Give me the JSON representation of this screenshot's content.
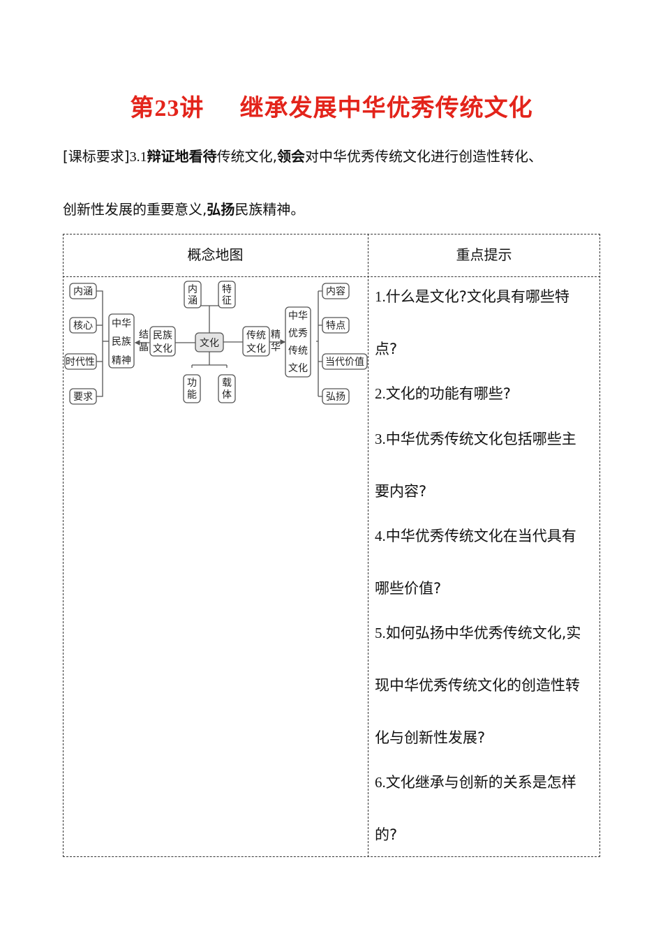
{
  "title": {
    "prefix": "第",
    "number": "23",
    "suffix": "讲",
    "name": "继承发展中华优秀传统文化"
  },
  "requirement": {
    "tag": "[课标要求]",
    "code": "3.1",
    "k1": "辩证地看待",
    "t1": "传统文化,",
    "k2": "领会",
    "t2": "对中华优秀传统文化进行创造性转化、",
    "t3": "创新性发展的重要意义,",
    "k3": "弘扬",
    "t4": "民族精神。"
  },
  "table": {
    "col1_header": "概念地图",
    "col2_header": "重点提示"
  },
  "map": {
    "center": "文化",
    "left_items": [
      "内涵",
      "核心",
      "时代性",
      "要求"
    ],
    "spirit": [
      "中华",
      "民族",
      "精神"
    ],
    "crystal": [
      "结",
      "晶"
    ],
    "national_culture": [
      "民族",
      "文化"
    ],
    "top1": [
      "内",
      "涵"
    ],
    "top2": [
      "特",
      "征"
    ],
    "bottom1": [
      "功",
      "能"
    ],
    "bottom2": [
      "载",
      "体"
    ],
    "traditional": [
      "传统",
      "文化"
    ],
    "essence": [
      "精",
      "华"
    ],
    "excellent": [
      "中华",
      "优秀",
      "传统",
      "文化"
    ],
    "right_items": [
      "内容",
      "特点",
      "当代价值",
      "弘扬"
    ]
  },
  "questions": [
    [
      "1.",
      "什么是文化?文化具有哪些特",
      "点?"
    ],
    [
      "2.",
      "文化的功能有哪些?"
    ],
    [
      "3.",
      "中华优秀传统文化包括哪些主",
      "要内容?"
    ],
    [
      "4.",
      "中华优秀传统文化在当代具有",
      "哪些价值?"
    ],
    [
      "5.",
      "如何弘扬中华优秀传统文化,实",
      "现中华优秀传统文化的创造性转",
      "化与创新性发展?"
    ],
    [
      "6.",
      "文化继承与创新的关系是怎样",
      "的?"
    ]
  ]
}
